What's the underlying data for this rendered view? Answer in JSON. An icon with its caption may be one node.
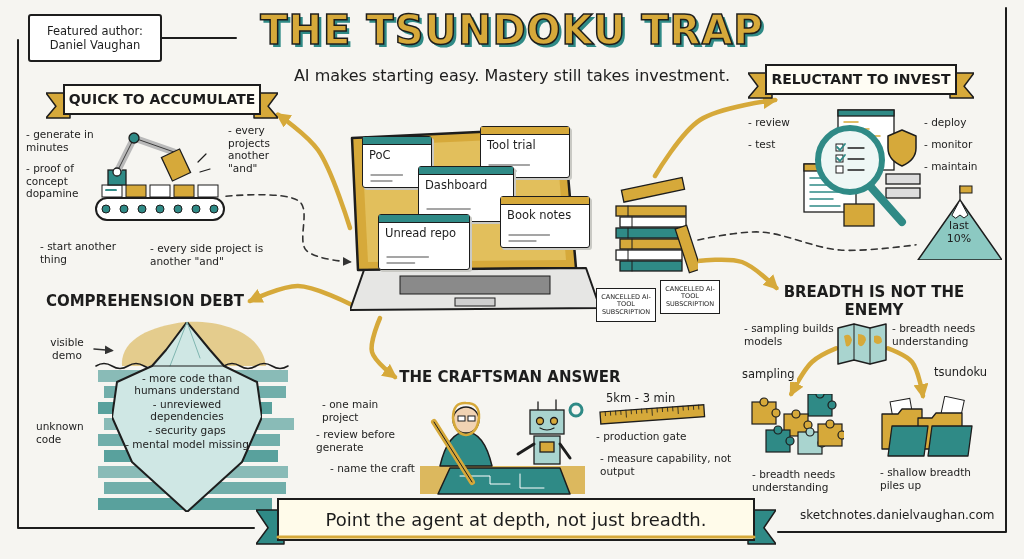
{
  "diagram": {
    "title": "THE TSUNDOKU TRAP",
    "nodes": [
      {
        "text": [
          "Featured author: Daniel Vaughan"
        ]
      },
      {
        "text": [
          "QUICK TO ACCUMULATE"
        ]
      },
      {
        "text": [],
        "shape": "picture"
      },
      {
        "text": [],
        "shape": "picture"
      },
      {
        "text": [
          "PoC"
        ],
        "in": 3
      },
      {
        "text": [
          "Tool trial"
        ],
        "in": 3
      },
      {
        "text": [
          "Dashboard"
        ],
        "in": 3
      },
      {
        "text": [
          "Book notes"
        ],
        "in": 3
      },
      {
        "text": [
          "Unread repo"
        ],
        "in": 3
      },
      {
        "text": [],
        "shape": "picture"
      },
      {
        "text": [
          "CANCELLED AI-TOOL SUBSCRIPTION"
        ]
      },
      {
        "text": [
          "CANCELLED AI-TOOL SUBSCRIPTION"
        ]
      },
      {
        "text": [
          "RELUCTANT TO INVEST"
        ]
      },
      {
        "text": [
          "last 10%"
        ]
      },
      {
        "text": [
          "COMPREHENSION DEBT"
        ]
      },
      {
        "text": [
          "visible demo"
        ]
      },
      {
        "text": [
          "- more code than humans understand",
          "- unreviewed dependencies",
          "- security gaps",
          "- mental model missing"
        ]
      },
      {
        "text": [
          "THE CRAFTSMAN ANSWER"
        ]
      },
      {
        "text": [
          "BREADTH IS NOT THE ENEMY"
        ]
      },
      {
        "text": [],
        "shape": "picture"
      },
      {
        "text": [],
        "shape": "picture"
      },
      {
        "text": [],
        "shape": "picture"
      },
      {
        "text": [
          "Point the agent at depth, not just breadth."
        ]
      }
    ],
    "edges": [
      {
        "from": 3,
        "to": 1,
        "arrow": "to"
      },
      {
        "from": 9,
        "to": 12,
        "arrow": "to"
      },
      {
        "from": 3,
        "to": 14,
        "arrow": "to"
      },
      {
        "from": 3,
        "to": 17,
        "arrow": "to"
      },
      {
        "from": 9,
        "to": 18,
        "arrow": "to"
      },
      {
        "from": 2,
        "to": 3,
        "arrow": "to",
        "style": "dashed",
        "color": "#333333"
      },
      {
        "from": 9,
        "to": 13,
        "arrow": "none",
        "style": "dashed",
        "color": "#333333"
      },
      {
        "from": 15,
        "to": 16,
        "arrow": "to",
        "color": "#333333"
      },
      {
        "from": 19,
        "to": 20,
        "arrow": "to",
        "label": "sampling"
      },
      {
        "from": 19,
        "to": 21,
        "arrow": "to",
        "label": "tsundoku"
      }
    ],
    "labels": [
      "AI makes starting easy. Mastery still takes investment.",
      "- generate in minutes",
      "- proof of concept dopamine",
      "- every projects another \"and\"",
      "- start another thing",
      "- every side project is another \"and\"",
      "- review",
      "- test",
      "- deploy",
      "- monitor",
      "- maintain",
      "unknown code",
      "- one main project",
      "- review before generate",
      "- name the craft",
      "5km - 3 min",
      "- production gate",
      "- measure capability, not output",
      "- sampling builds models",
      "- breadth needs understanding",
      "- breadth needs understanding",
      "- shallow breadth piles up",
      "sketchnotes.danielvaughan.com"
    ]
  }
}
